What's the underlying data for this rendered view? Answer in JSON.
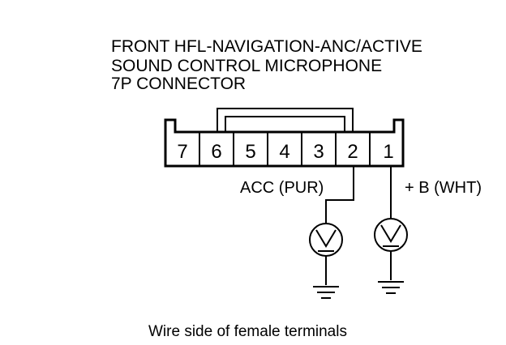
{
  "title": {
    "line1": "FRONT HFL-NAVIGATION-ANC/ACTIVE",
    "line2": "SOUND CONTROL MICROPHONE",
    "line3": "7P CONNECTOR"
  },
  "connector": {
    "pins": [
      "7",
      "6",
      "5",
      "4",
      "3",
      "2",
      "1"
    ]
  },
  "probes": {
    "acc_label": "ACC (PUR)",
    "b_label": "+ B (WHT)",
    "meter_icon": "voltmeter-icon",
    "ground_icon": "ground-icon"
  },
  "caption": "Wire side of female terminals"
}
